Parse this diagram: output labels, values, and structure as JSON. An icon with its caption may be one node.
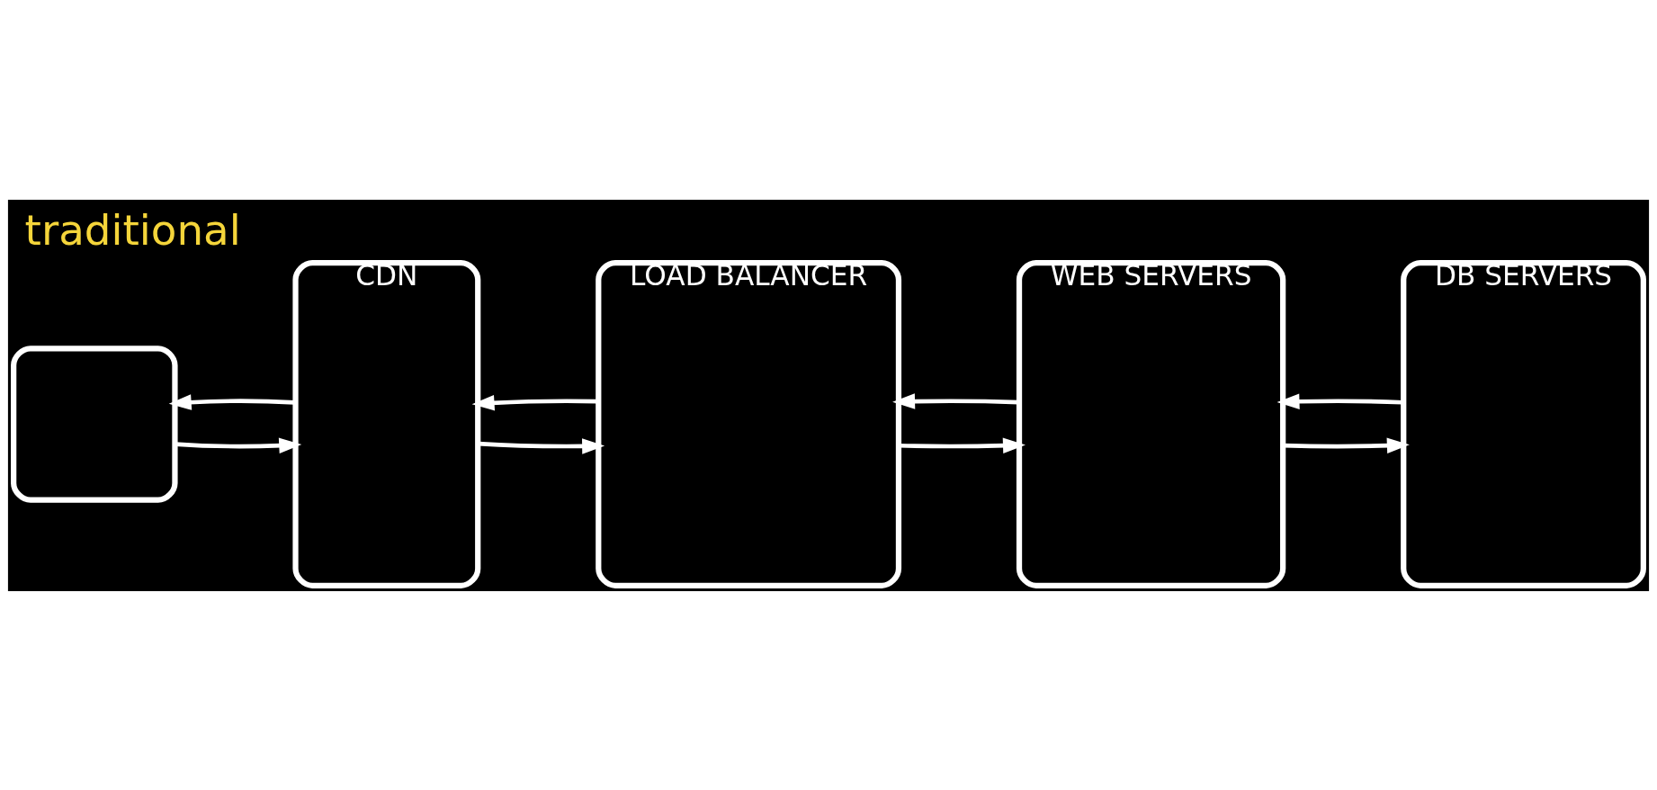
{
  "diagram": {
    "title": "traditional",
    "nodes": [
      {
        "text": [],
        "shape": "box"
      },
      {
        "text": [
          "CDN"
        ]
      },
      {
        "text": [
          "LOAD BALANCER"
        ]
      },
      {
        "text": [
          "WEB SERVERS"
        ]
      },
      {
        "text": [
          "DB SERVERS"
        ]
      }
    ],
    "edges": [
      {
        "from": 0,
        "to": 1,
        "arrow": "to"
      },
      {
        "from": 1,
        "to": 0,
        "arrow": "to"
      },
      {
        "from": 1,
        "to": 2,
        "arrow": "to"
      },
      {
        "from": 2,
        "to": 1,
        "arrow": "to"
      },
      {
        "from": 2,
        "to": 3,
        "arrow": "to"
      },
      {
        "from": 3,
        "to": 2,
        "arrow": "to"
      },
      {
        "from": 3,
        "to": 4,
        "arrow": "to"
      },
      {
        "from": 4,
        "to": 3,
        "arrow": "to"
      }
    ]
  }
}
